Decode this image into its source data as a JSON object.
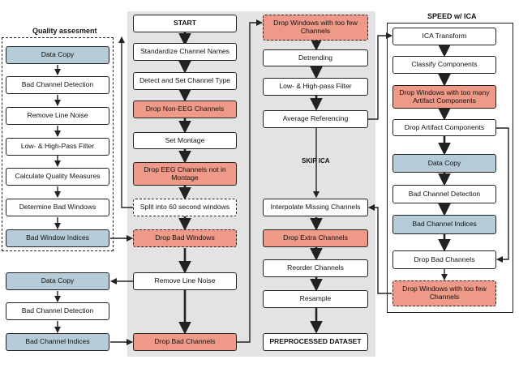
{
  "quality_title": "Quality assesment",
  "speed_title": "SPEED w/ ICA",
  "skip_ica_label": "SKIP ICA",
  "colors": {
    "red": "#ef9a88",
    "blue": "#b5ccd8",
    "panel": "#e3e3e3"
  },
  "nodes": {
    "q1": "Data Copy",
    "q2": "Bad Channel Detection",
    "q3": "Remove Line Noise",
    "q4": "Low- & High-Pass Filter",
    "q5": "Calculate Quality Measures",
    "q6": "Determine Bad Windows",
    "q7": "Bad Window Indices",
    "b1": "Data Copy",
    "b2": "Bad Channel Detection",
    "b3": "Bad Channel Indices",
    "m1": "START",
    "m2": "Standardize Channel Names",
    "m3": "Detect and Set Channel Type",
    "m4": "Drop Non-EEG Channels",
    "m5": "Set Montage",
    "m6": "Drop EEG Channels not in Montage",
    "m7": "Split into 60 second windows",
    "m8": "Drop Bad Windows",
    "m9": "Remove Line Noise",
    "m10": "Drop Bad Channels",
    "c1": "Drop Windows with too few Channels",
    "c2": "Detrending",
    "c3": "Low- & High-pass Filter",
    "c4": "Average Referencing",
    "c5": "Interpolate Missing Channels",
    "c6": "Drop Extra Channels",
    "c7": "Reorder Channels",
    "c8": "Resample",
    "c9": "PREPROCESSED DATASET",
    "r1": "ICA Transform",
    "r2": "Classify Components",
    "r3": "Drop Windows with too many Artifact Components",
    "r4": "Drop Artifact Components",
    "r5": "Data Copy",
    "r6": "Bad Channel Detection",
    "r7": "Bad Channel Indices",
    "r8": "Drop Bad Channels",
    "r9": "Drop Windows with too few Channels"
  }
}
